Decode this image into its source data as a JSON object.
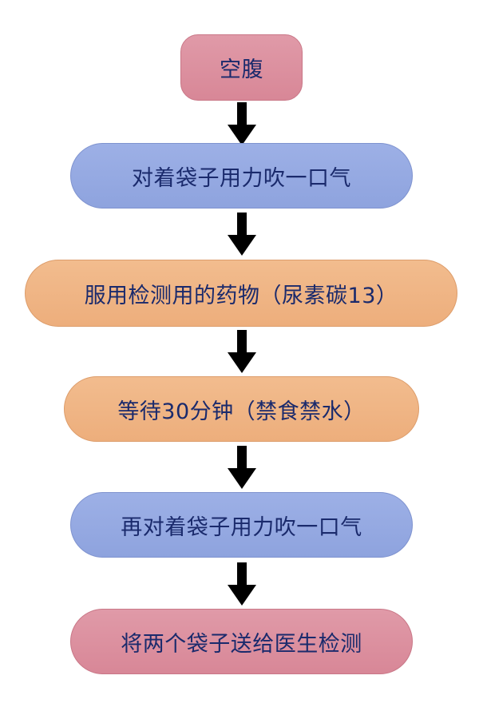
{
  "flowchart": {
    "steps": [
      {
        "label": "空腹",
        "color": "#d88797"
      },
      {
        "label": "对着袋子用力吹一口气",
        "color": "#8ea3de"
      },
      {
        "label": "服用检测用的药物（尿素碳13）",
        "color": "#edae7c"
      },
      {
        "label": "等待30分钟（禁食禁水）",
        "color": "#edae7c"
      },
      {
        "label": "再对着袋子用力吹一口气",
        "color": "#8ea3de"
      },
      {
        "label": "将两个袋子送给医生检测",
        "color": "#d88797"
      }
    ],
    "arrow_color": "#000000",
    "text_color": "#1a2a6c"
  }
}
